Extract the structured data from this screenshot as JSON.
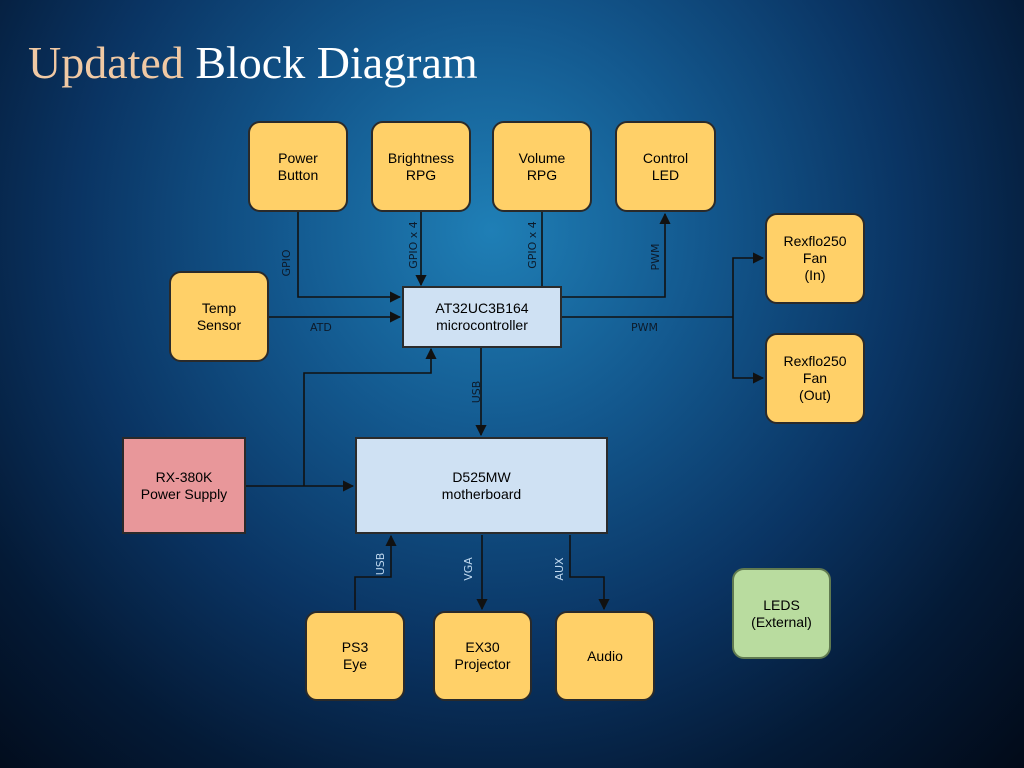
{
  "title": {
    "part1": "Updated",
    "part2": "Block Diagram"
  },
  "blocks": {
    "power_button": "Power\nButton",
    "brightness_rpg": "Brightness\nRPG",
    "volume_rpg": "Volume\nRPG",
    "control_led": "Control\nLED",
    "temp_sensor": "Temp\nSensor",
    "microcontroller": "AT32UC3B164\nmicrocontroller",
    "fan_in": "Rexflo250\nFan\n(In)",
    "fan_out": "Rexflo250\nFan\n(Out)",
    "power_supply": "RX-380K\nPower Supply",
    "motherboard": "D525MW\nmotherboard",
    "ps3_eye": "PS3\nEye",
    "projector": "EX30\nProjector",
    "audio": "Audio",
    "leds": "LEDS\n(External)"
  },
  "connections": {
    "gpio": "GPIO",
    "gpio_x4_a": "GPIO x 4",
    "gpio_x4_b": "GPIO x 4",
    "pwm_led": "PWM",
    "atd": "ATD",
    "pwm_fan": "PWM",
    "usb_mcu": "USB",
    "usb_eye": "USB",
    "vga": "VGA",
    "aux": "AUX"
  },
  "colors": {
    "peripheral": "#ffd068",
    "controller": "#cfe1f3",
    "power": "#e8979a",
    "external": "#b9dc9f"
  }
}
